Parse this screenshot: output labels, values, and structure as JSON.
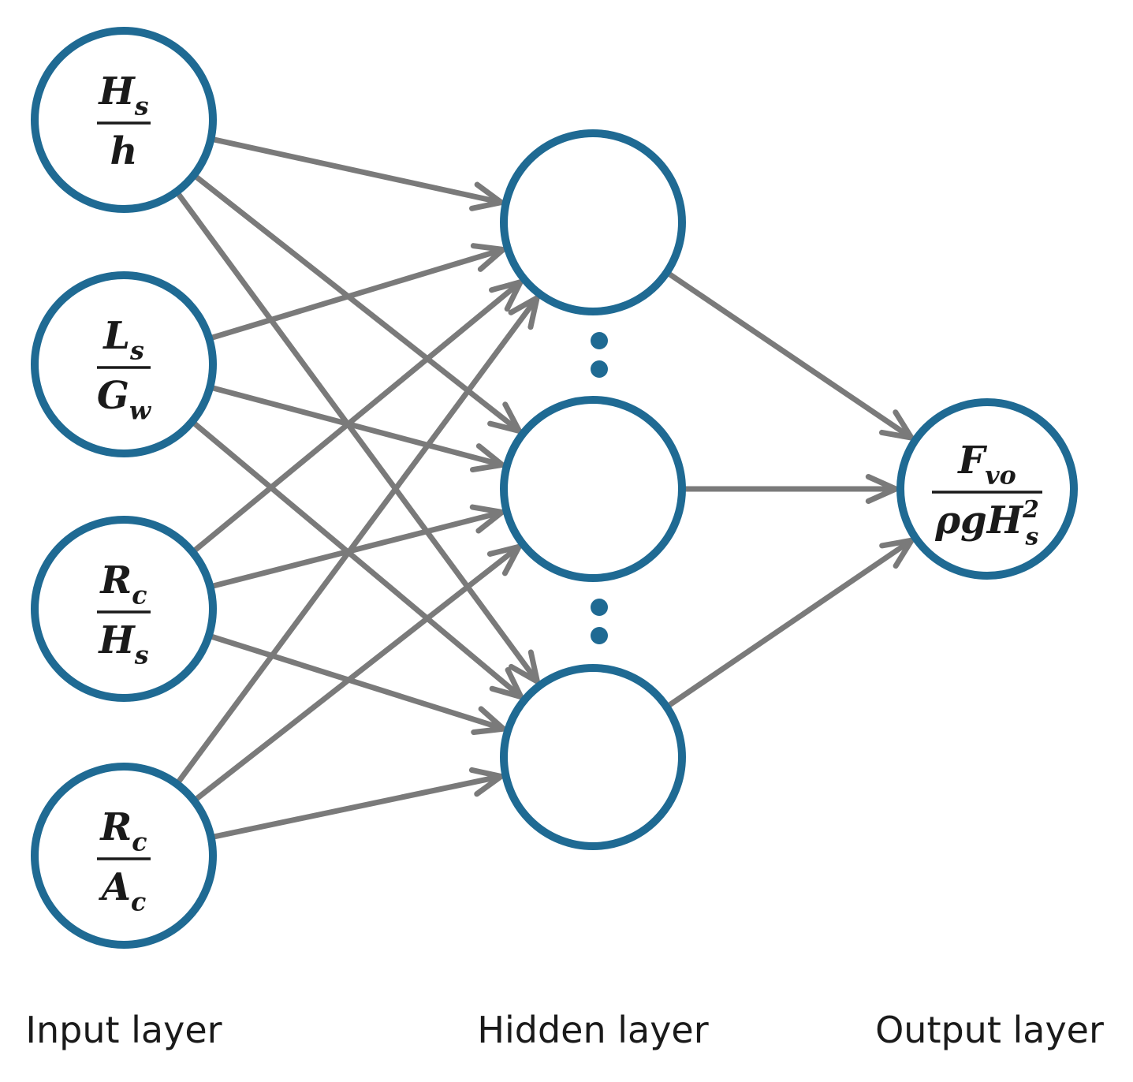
{
  "colors": {
    "node_stroke": "#1f6a93",
    "edge": "#7a7a7a",
    "dot": "#1f6a93"
  },
  "layers": {
    "input": {
      "label": "Input layer",
      "nodes": [
        {
          "num": {
            "base": "H",
            "sub": "s"
          },
          "den": {
            "base": "h"
          }
        },
        {
          "num": {
            "base": "L",
            "sub": "s"
          },
          "den": {
            "base": "G",
            "sub": "w"
          }
        },
        {
          "num": {
            "base": "R",
            "sub": "c"
          },
          "den": {
            "base": "H",
            "sub": "s"
          }
        },
        {
          "num": {
            "base": "R",
            "sub": "c"
          },
          "den": {
            "base": "A",
            "sub": "c"
          }
        }
      ]
    },
    "hidden": {
      "label": "Hidden layer",
      "visible_nodes": 3,
      "ellipsis": "⋮"
    },
    "output": {
      "label": "Output layer",
      "nodes": [
        {
          "num": {
            "base": "F",
            "sub": "vo"
          },
          "den": {
            "pre": "ρg",
            "base": "H",
            "sub": "s",
            "sup": "2"
          }
        }
      ]
    }
  }
}
